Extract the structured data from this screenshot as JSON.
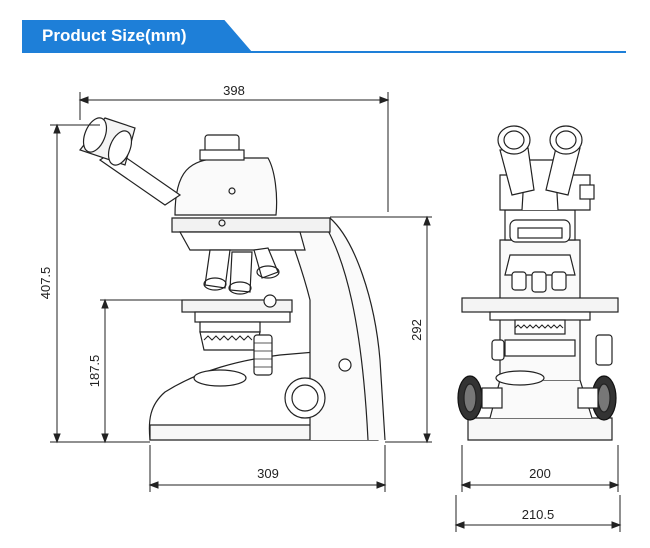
{
  "header": {
    "title": "Product Size(mm)"
  },
  "dimensions": {
    "side_width_top": "398",
    "side_height_total": "407.5",
    "side_height_stage": "187.5",
    "side_height_arm": "292",
    "side_base_width": "309",
    "front_base_width": "200",
    "front_total_width": "210.5"
  },
  "colors": {
    "accent": "#1e7fd8",
    "line": "#222222"
  }
}
